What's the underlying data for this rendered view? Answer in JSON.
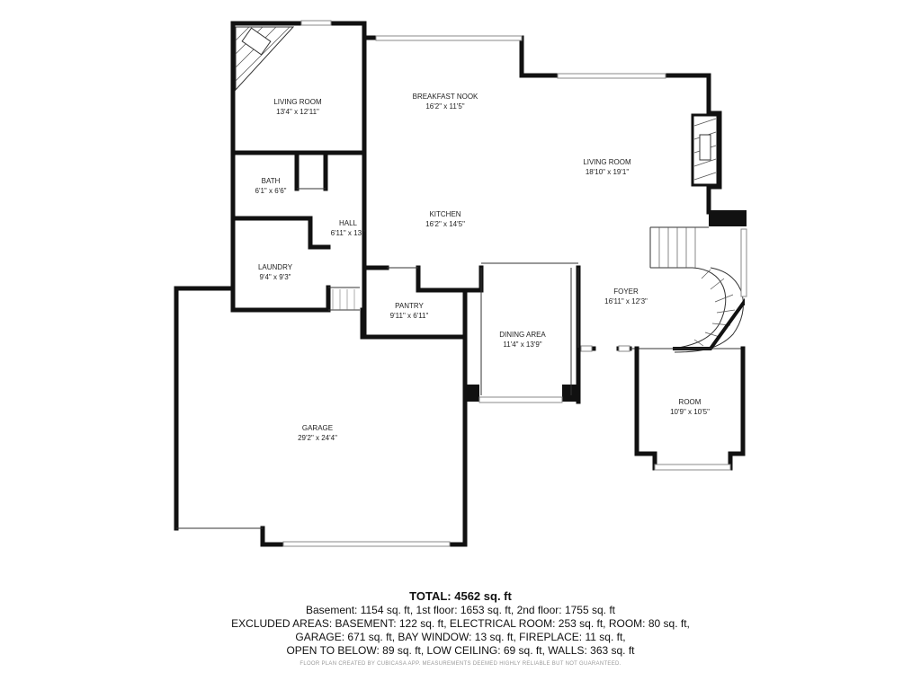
{
  "rooms": [
    {
      "id": "living-room-1",
      "name": "LIVING ROOM",
      "dims": "13'4\" x 12'11\""
    },
    {
      "id": "breakfast-nook",
      "name": "BREAKFAST NOOK",
      "dims": "16'2\" x 11'5\""
    },
    {
      "id": "living-room-2",
      "name": "LIVING ROOM",
      "dims": "18'10\" x 19'1\""
    },
    {
      "id": "bath",
      "name": "BATH",
      "dims": "6'1\" x 6'6\""
    },
    {
      "id": "kitchen",
      "name": "KITCHEN",
      "dims": "16'2\" x 14'5\""
    },
    {
      "id": "hall",
      "name": "HALL",
      "dims": "6'11\" x 13'\""
    },
    {
      "id": "laundry",
      "name": "LAUNDRY",
      "dims": "9'4\" x 9'3\""
    },
    {
      "id": "pantry",
      "name": "PANTRY",
      "dims": "9'11\" x 6'11\""
    },
    {
      "id": "foyer",
      "name": "FOYER",
      "dims": "16'11\" x 12'3\""
    },
    {
      "id": "dining-area",
      "name": "DINING AREA",
      "dims": "11'4\" x 13'9\""
    },
    {
      "id": "room",
      "name": "ROOM",
      "dims": "10'9\" x 10'5\""
    },
    {
      "id": "garage",
      "name": "GARAGE",
      "dims": "29'2\" x 24'4\""
    }
  ],
  "summary": {
    "total": "TOTAL: 4562 sq. ft",
    "line1": "Basement: 1154 sq. ft, 1st floor: 1653 sq. ft, 2nd floor: 1755 sq. ft",
    "line2": "EXCLUDED AREAS: BASEMENT: 122 sq. ft, ELECTRICAL ROOM: 253 sq. ft, ROOM: 80 sq. ft,",
    "line3": "GARAGE: 671 sq. ft, BAY WINDOW: 13 sq. ft, FIREPLACE: 11 sq. ft,",
    "line4": "OPEN TO BELOW: 89 sq. ft, LOW CEILING: 69 sq. ft, WALLS: 363 sq. ft",
    "disclaimer": "FLOOR PLAN CREATED BY CUBICASA APP. MEASUREMENTS DEEMED HIGHLY RELIABLE BUT NOT GUARANTEED."
  }
}
